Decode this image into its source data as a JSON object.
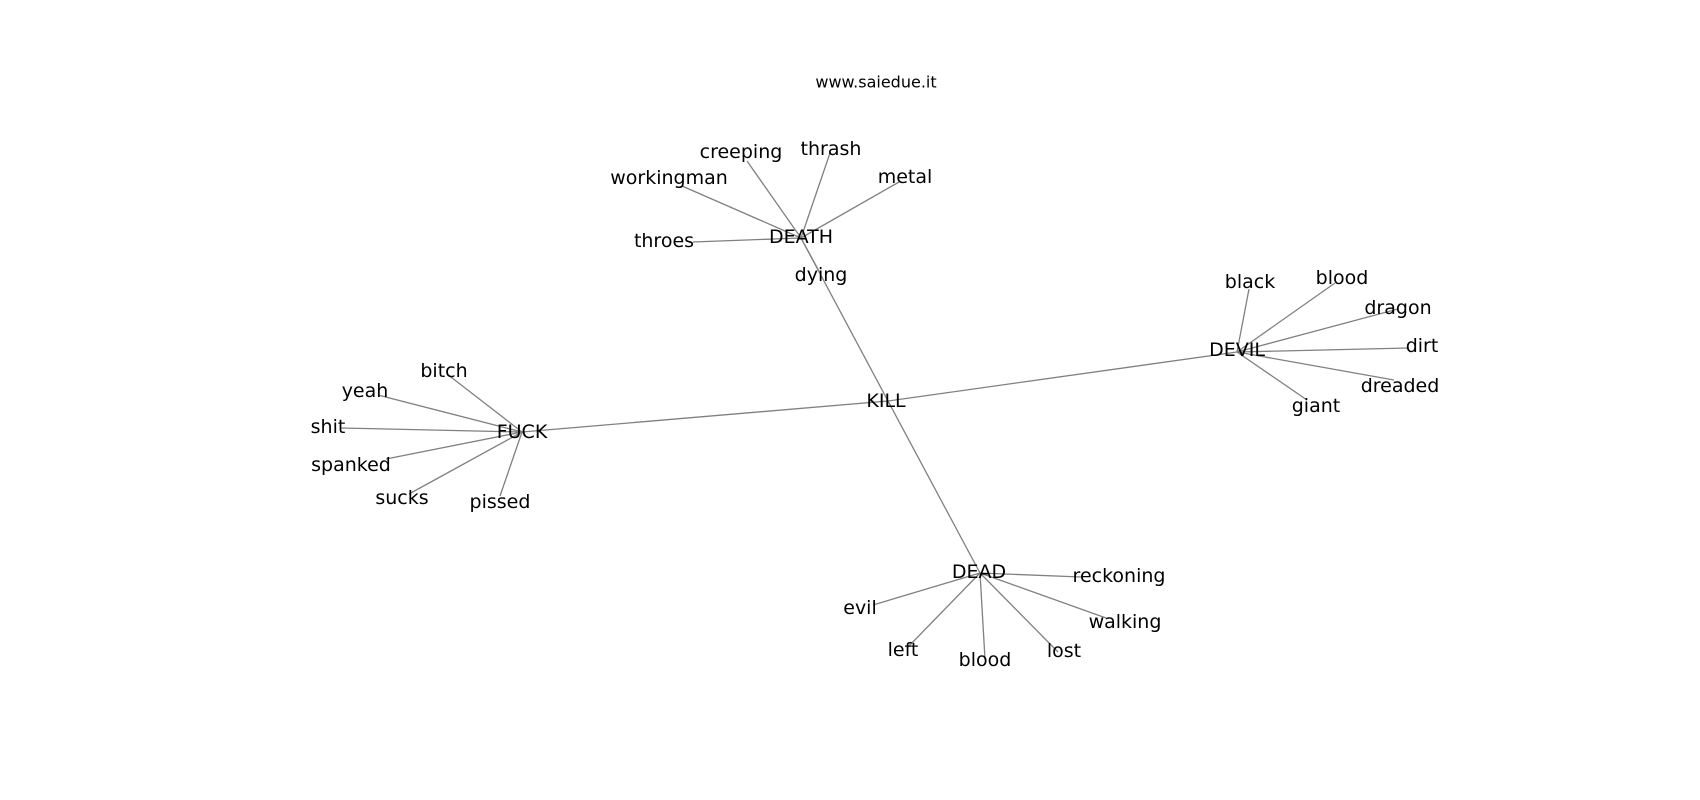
{
  "caption": "www.saiedue.it",
  "colors": {
    "background": "#ffffff",
    "edge": "#808080",
    "text": "#000000"
  },
  "graph": {
    "nodes": [
      {
        "id": "kill",
        "label": "KILL"
      },
      {
        "id": "death",
        "label": "DEATH"
      },
      {
        "id": "dead",
        "label": "DEAD"
      },
      {
        "id": "devil",
        "label": "DEVIL"
      },
      {
        "id": "fuck",
        "label": "FUCK"
      },
      {
        "id": "creeping",
        "label": "creeping"
      },
      {
        "id": "thrash",
        "label": "thrash"
      },
      {
        "id": "workingman",
        "label": "workingman"
      },
      {
        "id": "metal",
        "label": "metal"
      },
      {
        "id": "throes",
        "label": "throes"
      },
      {
        "id": "dying",
        "label": "dying"
      },
      {
        "id": "black",
        "label": "black"
      },
      {
        "id": "blood-devil",
        "label": "blood"
      },
      {
        "id": "dragon",
        "label": "dragon"
      },
      {
        "id": "dirt",
        "label": "dirt"
      },
      {
        "id": "dreaded",
        "label": "dreaded"
      },
      {
        "id": "giant",
        "label": "giant"
      },
      {
        "id": "bitch",
        "label": "bitch"
      },
      {
        "id": "yeah",
        "label": "yeah"
      },
      {
        "id": "shit",
        "label": "shit"
      },
      {
        "id": "spanked",
        "label": "spanked"
      },
      {
        "id": "sucks",
        "label": "sucks"
      },
      {
        "id": "pissed",
        "label": "pissed"
      },
      {
        "id": "reckoning",
        "label": "reckoning"
      },
      {
        "id": "evil",
        "label": "evil"
      },
      {
        "id": "walking",
        "label": "walking"
      },
      {
        "id": "left",
        "label": "left"
      },
      {
        "id": "blood-dead",
        "label": "blood"
      },
      {
        "id": "lost",
        "label": "lost"
      }
    ],
    "edges": [
      [
        "kill",
        "death"
      ],
      [
        "kill",
        "dead"
      ],
      [
        "kill",
        "devil"
      ],
      [
        "kill",
        "fuck"
      ],
      [
        "death",
        "creeping"
      ],
      [
        "death",
        "thrash"
      ],
      [
        "death",
        "workingman"
      ],
      [
        "death",
        "metal"
      ],
      [
        "death",
        "throes"
      ],
      [
        "death",
        "dying"
      ],
      [
        "devil",
        "black"
      ],
      [
        "devil",
        "blood-devil"
      ],
      [
        "devil",
        "dragon"
      ],
      [
        "devil",
        "dirt"
      ],
      [
        "devil",
        "dreaded"
      ],
      [
        "devil",
        "giant"
      ],
      [
        "fuck",
        "bitch"
      ],
      [
        "fuck",
        "yeah"
      ],
      [
        "fuck",
        "shit"
      ],
      [
        "fuck",
        "spanked"
      ],
      [
        "fuck",
        "sucks"
      ],
      [
        "fuck",
        "pissed"
      ],
      [
        "dead",
        "reckoning"
      ],
      [
        "dead",
        "evil"
      ],
      [
        "dead",
        "walking"
      ],
      [
        "dead",
        "left"
      ],
      [
        "dead",
        "blood-dead"
      ],
      [
        "dead",
        "lost"
      ]
    ]
  }
}
